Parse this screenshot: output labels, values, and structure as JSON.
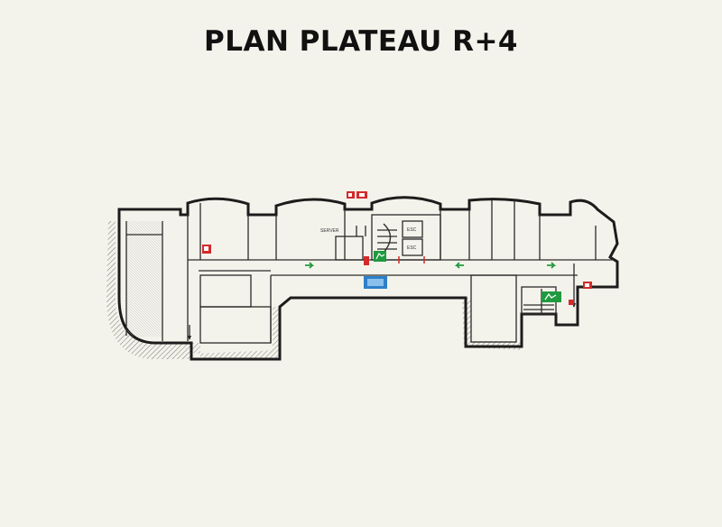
{
  "title": "PLAN PLATEAU R+4",
  "labels": {
    "server": "SERVER",
    "stair_a": "ESC",
    "stair_b": "ESC"
  },
  "colors": {
    "background": "#f4f3eb",
    "wall": "#1c1c1c",
    "exit_green": "#1f9a3f",
    "extinguisher_red": "#d42a2a",
    "info_blue": "#2e7fc8"
  },
  "icons": {
    "extinguisher": "fire-extinguisher-icon",
    "emergency_exit": "emergency-exit-icon",
    "direction_arrow": "direction-arrow-icon",
    "info_panel": "info-panel-icon"
  }
}
